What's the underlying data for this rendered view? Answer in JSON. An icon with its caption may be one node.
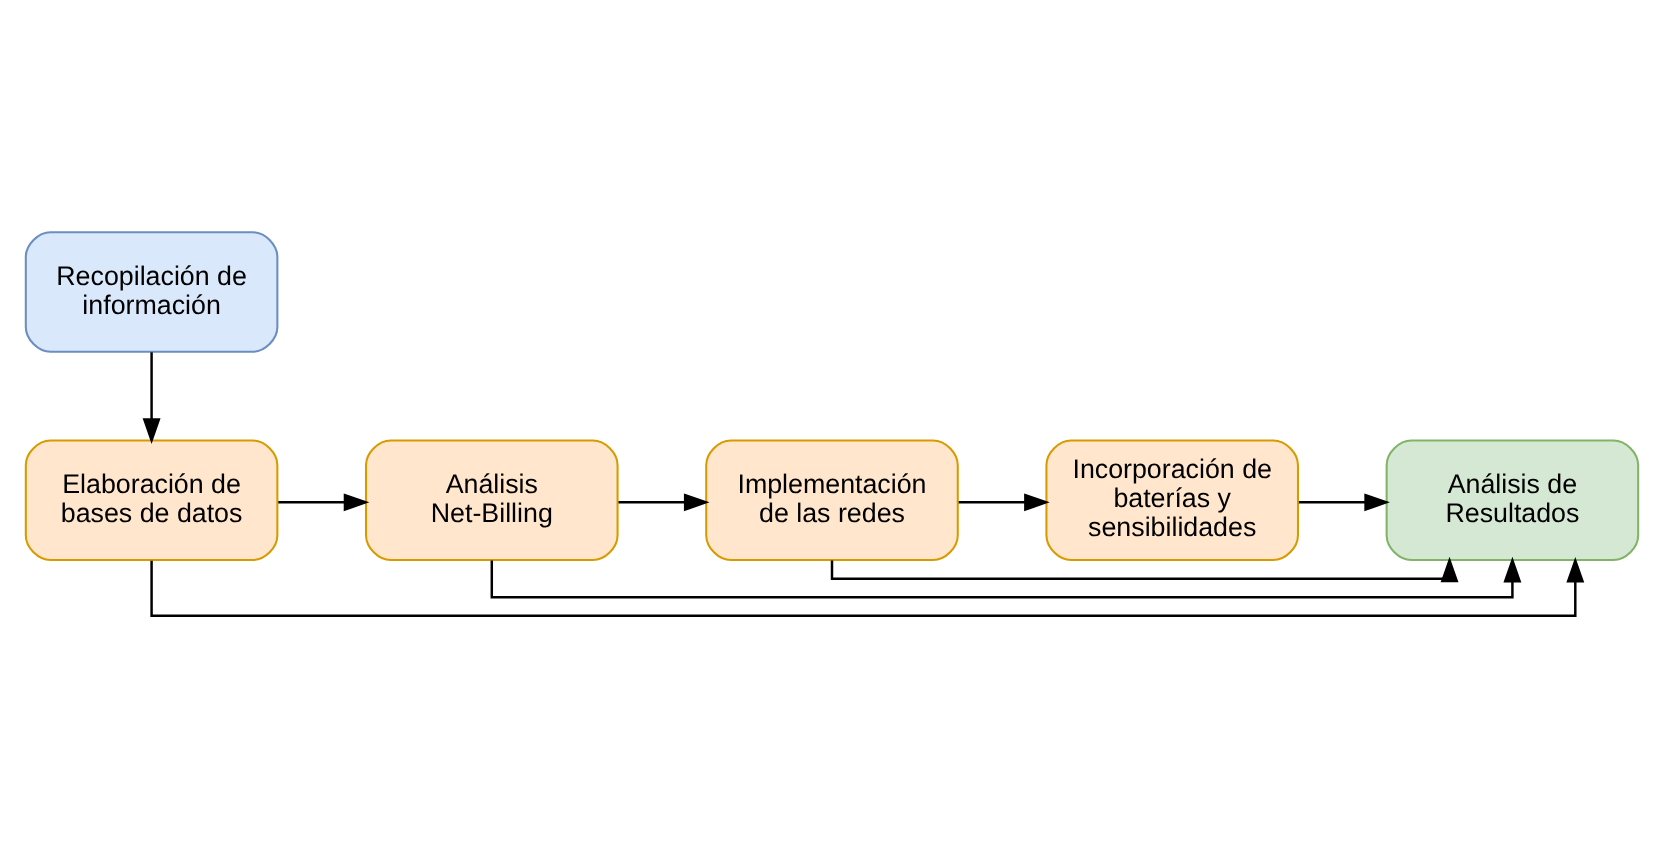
{
  "diagram": {
    "nodes": [
      {
        "text": [
          "Recopilación de información"
        ]
      },
      {
        "text": [
          "Elaboración de bases de datos"
        ]
      },
      {
        "text": [
          "Análisis Net-Billing"
        ]
      },
      {
        "text": [
          "Implementación de las redes"
        ]
      },
      {
        "text": [
          "Incorporación de baterías y sensibilidades"
        ]
      },
      {
        "text": [
          "Análisis de Resultados"
        ]
      }
    ],
    "edges": [
      {
        "from": 0,
        "to": 1,
        "arrow": "to"
      },
      {
        "from": 1,
        "to": 2,
        "arrow": "to"
      },
      {
        "from": 2,
        "to": 3,
        "arrow": "to"
      },
      {
        "from": 3,
        "to": 4,
        "arrow": "to"
      },
      {
        "from": 1,
        "to": 5,
        "arrow": "to"
      },
      {
        "from": 2,
        "to": 5,
        "arrow": "to"
      },
      {
        "from": 3,
        "to": 5,
        "arrow": "to"
      },
      {
        "from": 4,
        "to": 5,
        "arrow": "to"
      }
    ]
  }
}
